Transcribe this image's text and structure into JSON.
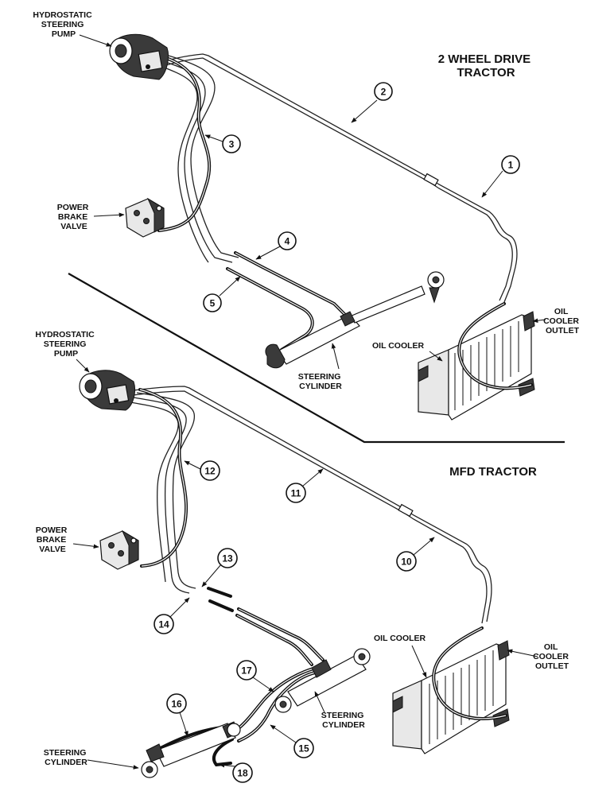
{
  "sections": {
    "top_title": [
      "2 WHEEL DRIVE",
      "TRACTOR"
    ],
    "bottom_title": "MFD TRACTOR"
  },
  "labels": {
    "pump_top": [
      "HYDROSTATIC",
      "STEERING",
      "PUMP"
    ],
    "brake_top": [
      "POWER",
      "BRAKE",
      "VALVE"
    ],
    "cooler_top": "OIL COOLER",
    "outlet_top": [
      "OIL",
      "COOLER",
      "OUTLET"
    ],
    "cylinder_top": [
      "STEERING",
      "CYLINDER"
    ],
    "pump_bottom": [
      "HYDROSTATIC",
      "STEERING",
      "PUMP"
    ],
    "brake_bottom": [
      "POWER",
      "BRAKE",
      "VALVE"
    ],
    "cooler_bottom": "OIL COOLER",
    "outlet_bottom": [
      "OIL",
      "COOLER",
      "OUTLET"
    ],
    "cylinder_right": [
      "STEERING",
      "CYLINDER"
    ],
    "cylinder_left": [
      "STEERING",
      "CYLINDER"
    ]
  },
  "callouts": {
    "c1": "1",
    "c2": "2",
    "c3": "3",
    "c4": "4",
    "c5": "5",
    "c10": "10",
    "c11": "11",
    "c12": "12",
    "c13": "13",
    "c14": "14",
    "c15": "15",
    "c16": "16",
    "c17": "17",
    "c18": "18"
  }
}
